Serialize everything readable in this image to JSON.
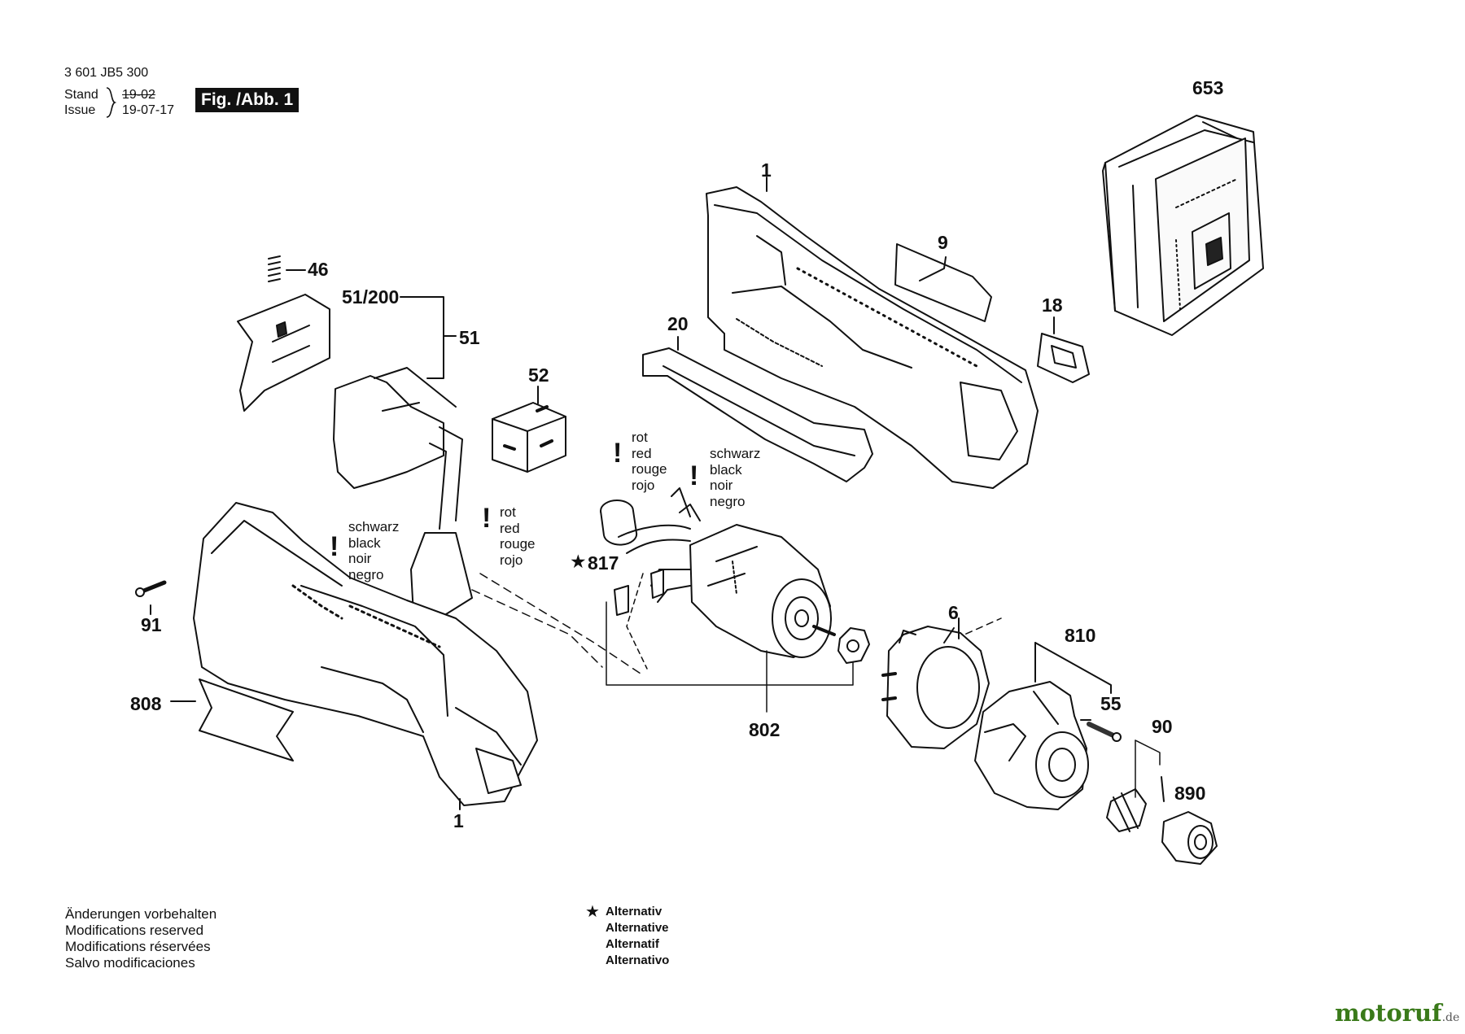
{
  "header": {
    "doc_number": "3 601 JB5 300",
    "stand_label": "Stand",
    "issue_label": "Issue",
    "stand_value": "19-02",
    "issue_value": "19-07-17",
    "figure_label": "Fig. /Abb. 1"
  },
  "parts": {
    "p653": "653",
    "p1_top": "1",
    "p9": "9",
    "p18": "18",
    "p20": "20",
    "p46": "46",
    "p51_200": "51/200",
    "p51": "51",
    "p52": "52",
    "p91": "91",
    "p808": "808",
    "p1_bottom": "1",
    "p817": "817",
    "p802": "802",
    "p6": "6",
    "p810": "810",
    "p55": "55",
    "p90": "90",
    "p890": "890"
  },
  "wire_notes": {
    "red_upper": [
      "rot",
      "red",
      "rouge",
      "rojo"
    ],
    "black_upper": [
      "schwarz",
      "black",
      "noir",
      "negro"
    ],
    "black_left": [
      "schwarz",
      "black",
      "noir",
      "negro"
    ],
    "red_left": [
      "rot",
      "red",
      "rouge",
      "rojo"
    ],
    "mark": "!"
  },
  "footer": {
    "modifications": [
      "Änderungen vorbehalten",
      "Modifications reserved",
      "Modifications réservées",
      "Salvo modificaciones"
    ],
    "alternative_star": "★",
    "alternative": [
      "Alternativ",
      "Alternative",
      "Alternatif",
      "Alternativo"
    ],
    "star_817": "★"
  },
  "brand": {
    "name": "motoruf",
    "suffix": ".de",
    "accent_color": "#3a7a1a",
    "dot_color": "#d4a21a"
  }
}
